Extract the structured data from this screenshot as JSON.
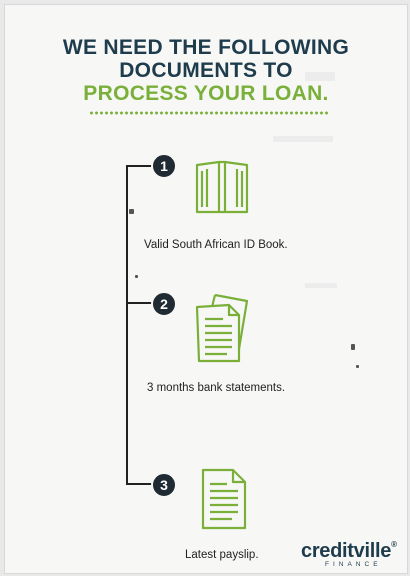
{
  "heading": {
    "line1": "WE NEED THE FOLLOWING",
    "line2": "DOCUMENTS TO",
    "line3": "PROCESS YOUR LOAN."
  },
  "steps": [
    {
      "number": "1",
      "caption": "Valid South African ID Book.",
      "icon": "id-book-icon"
    },
    {
      "number": "2",
      "caption": "3 months bank statements.",
      "icon": "bank-statements-icon"
    },
    {
      "number": "3",
      "caption": "Latest payslip.",
      "icon": "payslip-icon"
    }
  ],
  "logo": {
    "main_a": "credit",
    "main_b": "ville",
    "registered": "®",
    "sub": "FINANCE"
  },
  "colors": {
    "navy": "#1f3c4c",
    "green": "#7ab03a",
    "badge": "#1f2a33"
  }
}
